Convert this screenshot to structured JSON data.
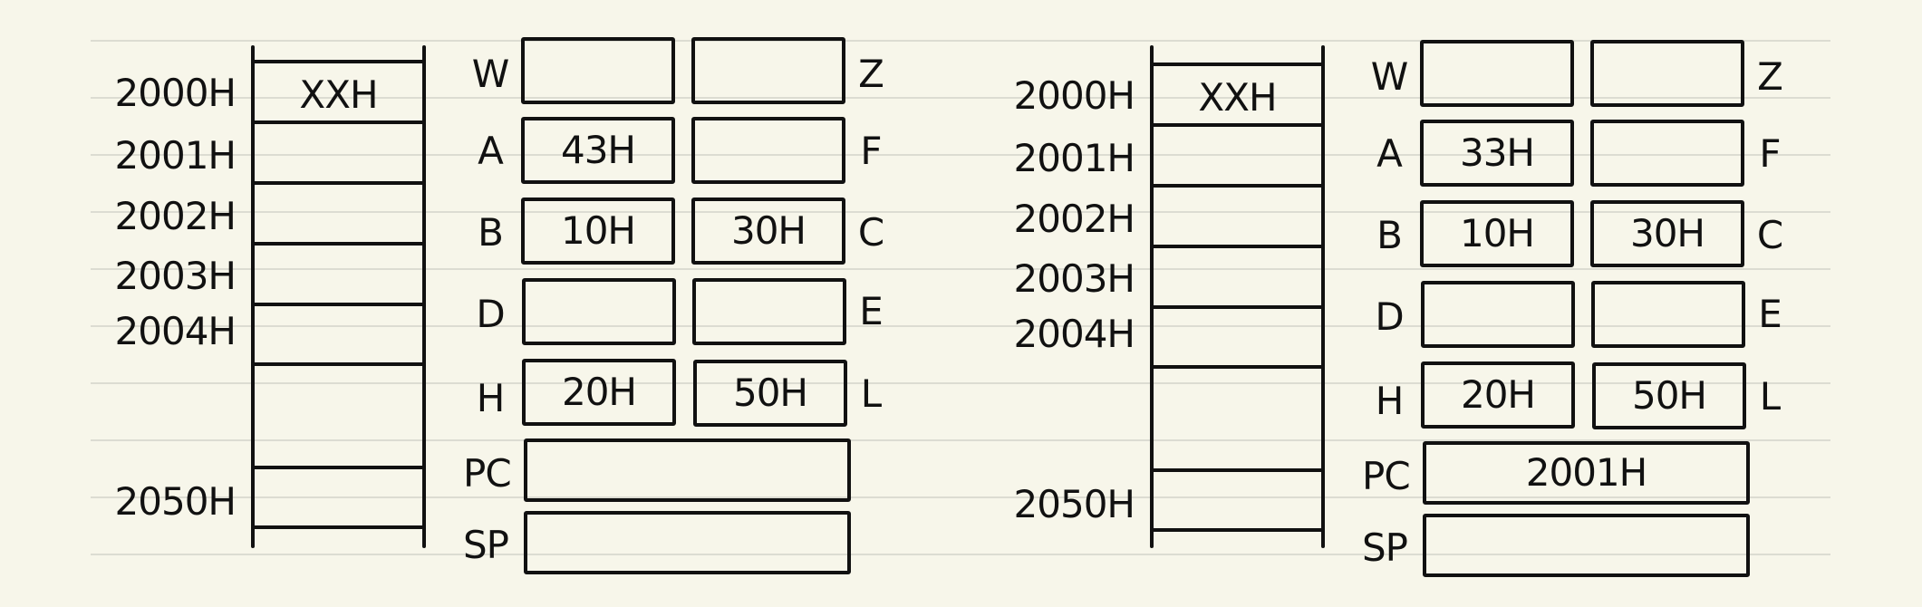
{
  "diagrams": [
    {
      "memory": {
        "cells": [
          {
            "address": "2000H",
            "value": "XXH"
          },
          {
            "address": "2001H",
            "value": ""
          },
          {
            "address": "2002H",
            "value": ""
          },
          {
            "address": "2003H",
            "value": ""
          },
          {
            "address": "2004H",
            "value": ""
          },
          {
            "address": "2050H",
            "value": ""
          }
        ]
      },
      "registers": {
        "W": "",
        "Z": "",
        "A": "43H",
        "F": "",
        "B": "10H",
        "C": "30H",
        "D": "",
        "E": "",
        "H": "20H",
        "L": "50H",
        "PC": "",
        "SP": ""
      }
    },
    {
      "memory": {
        "cells": [
          {
            "address": "2000H",
            "value": "XXH"
          },
          {
            "address": "2001H",
            "value": ""
          },
          {
            "address": "2002H",
            "value": ""
          },
          {
            "address": "2003H",
            "value": ""
          },
          {
            "address": "2004H",
            "value": ""
          },
          {
            "address": "2050H",
            "value": ""
          }
        ]
      },
      "registers": {
        "W": "",
        "Z": "",
        "A": "33H",
        "F": "",
        "B": "10H",
        "C": "30H",
        "D": "",
        "E": "",
        "H": "20H",
        "L": "50H",
        "PC": "2001H",
        "SP": ""
      }
    }
  ],
  "register_names": {
    "W": "W",
    "Z": "Z",
    "A": "A",
    "F": "F",
    "B": "B",
    "C": "C",
    "D": "D",
    "E": "E",
    "H": "H",
    "L": "L",
    "PC": "PC",
    "SP": "SP"
  }
}
